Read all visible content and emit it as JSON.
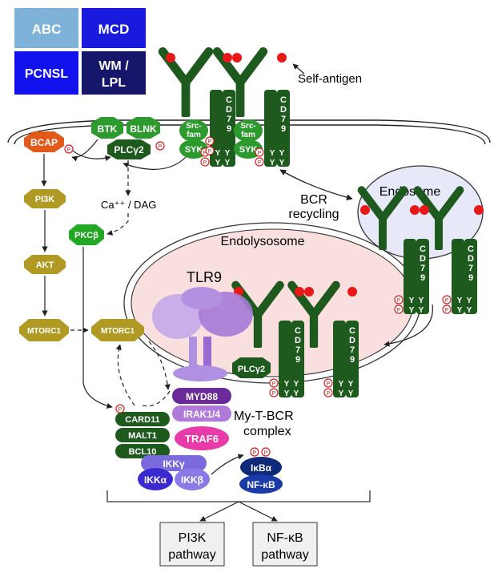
{
  "legend": {
    "abc": "ABC",
    "mcd": "MCD",
    "pcnsl": "PCNSL",
    "wm_line1": "WM /",
    "wm_line2": "LPL"
  },
  "labels": {
    "self_antigen": "Self-antigen",
    "cd79": [
      "C",
      "D",
      "7",
      "9"
    ],
    "tyr": "Y",
    "phospho": "P",
    "src_fam_line1": "Src-",
    "src_fam_line2": "fam",
    "syk": "SYK",
    "btk": "BTK",
    "blnk": "BLNK",
    "plcg2": "PLCγ2",
    "bcap": "BCAP",
    "pi3k": "PI3K",
    "akt": "AKT",
    "mtorc1": "MTORC1",
    "pkcb": "PKCβ",
    "ca_dag": "Ca⁺⁺ / DAG",
    "bcr_recycling_line1": "BCR",
    "bcr_recycling_line2": "recycling",
    "endosome": "Endosome",
    "endolysosome": "Endolysosome",
    "tlr9": "TLR9",
    "myd88": "MYD88",
    "irak14": "IRAK1/4",
    "traf6": "TRAF6",
    "my_t_bcr_line1": "My-T-BCR",
    "my_t_bcr_line2": "complex",
    "card11": "CARD11",
    "malt1": "MALT1",
    "bcl10": "BCL10",
    "ikkg": "IKKγ",
    "ikka": "IKKα",
    "ikkb": "IKKβ",
    "ikba": "IκBα",
    "nfkb": "NF-κB",
    "pi3k_pathway_line1": "PI3K",
    "pi3k_pathway_line2": "pathway",
    "nfkb_pathway_line1": "NF-κB",
    "nfkb_pathway_line2": "pathway"
  },
  "colors": {
    "abc": "#7fb2d8",
    "mcd": "#1a1adf",
    "pcnsl": "#1212ee",
    "wm": "#16166a",
    "bcr": "#1e5a1e",
    "antigen": "#e81818",
    "green_node": "#2c9a2c",
    "olive": "#b09a24",
    "bcap": "#e25a1a",
    "pkcb": "#22a822",
    "myd88": "#6a2a9a",
    "irak": "#b07ad8",
    "traf6": "#e83aa8",
    "ikk": "#7a6adc",
    "nfkb": "#0e2a78",
    "endosome_fill": "#e8e9f8",
    "endolysosome_fill": "#f9e0de",
    "tlr9": "#b090e0"
  }
}
